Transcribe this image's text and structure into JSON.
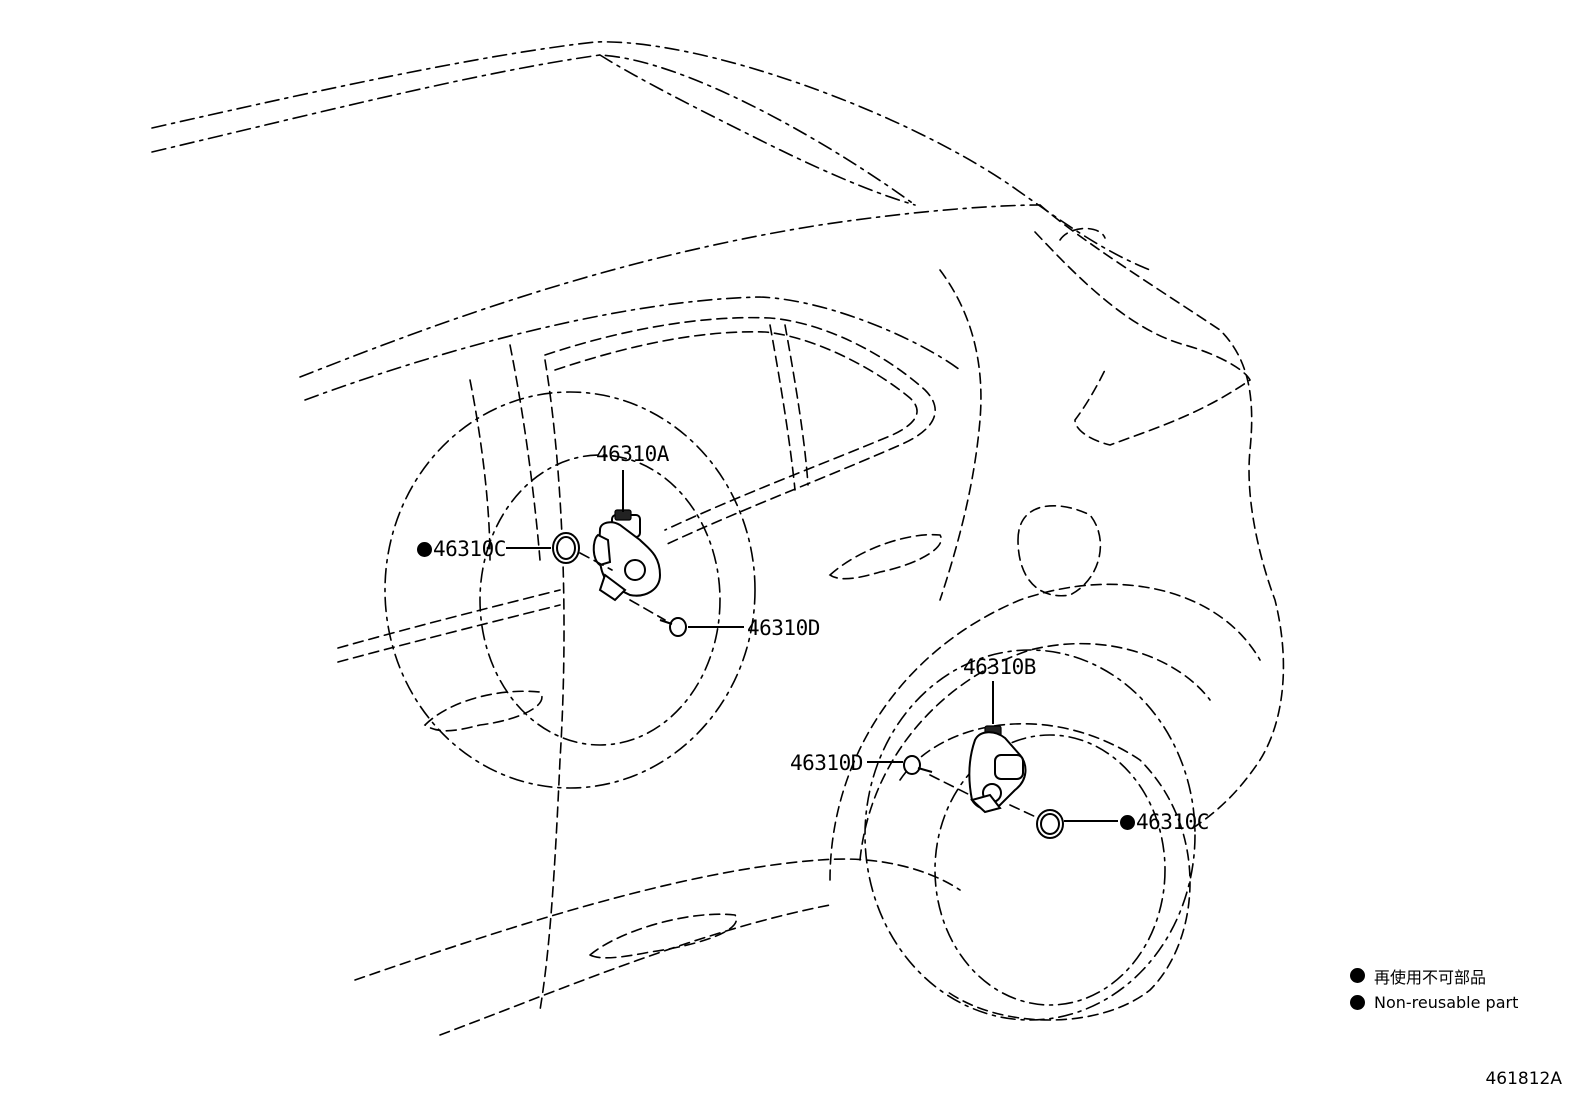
{
  "callouts": {
    "part_a": "46310A",
    "part_b": "46310B",
    "part_c_left": "46310C",
    "part_c_right": "46310C",
    "part_d_left": "46310D",
    "part_d_right": "46310D"
  },
  "legend": {
    "line_jp": "再使用不可部品",
    "line_en": "Non-reusable part"
  },
  "figure_id": "461812A",
  "icons": {
    "non_reusable_marker": "filled-circle-icon"
  }
}
